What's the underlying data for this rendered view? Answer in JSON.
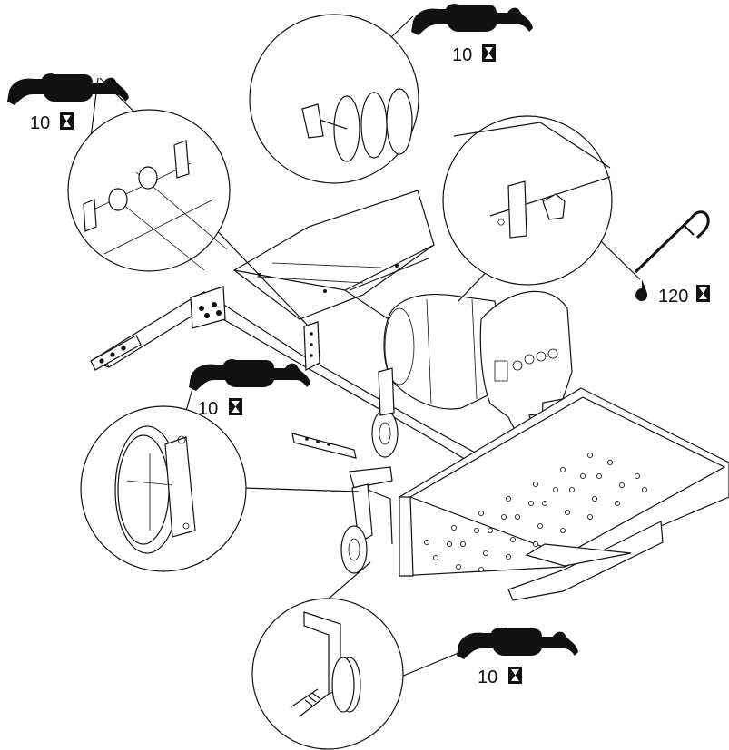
{
  "callouts": [
    {
      "id": "grease-top-left",
      "icon": "grease-gun-icon",
      "interval": "10",
      "interval_icon": "hourglass-icon"
    },
    {
      "id": "grease-top-center",
      "icon": "grease-gun-icon",
      "interval": "10",
      "interval_icon": "hourglass-icon"
    },
    {
      "id": "oil-right",
      "icon": "oil-can-icon",
      "interval": "120",
      "interval_icon": "hourglass-icon"
    },
    {
      "id": "grease-middle-left",
      "icon": "grease-gun-icon",
      "interval": "10",
      "interval_icon": "hourglass-icon"
    },
    {
      "id": "grease-bottom",
      "icon": "grease-gun-icon",
      "interval": "10",
      "interval_icon": "hourglass-icon"
    }
  ],
  "colors": {
    "ink": "#111111",
    "paper": "#ffffff"
  }
}
